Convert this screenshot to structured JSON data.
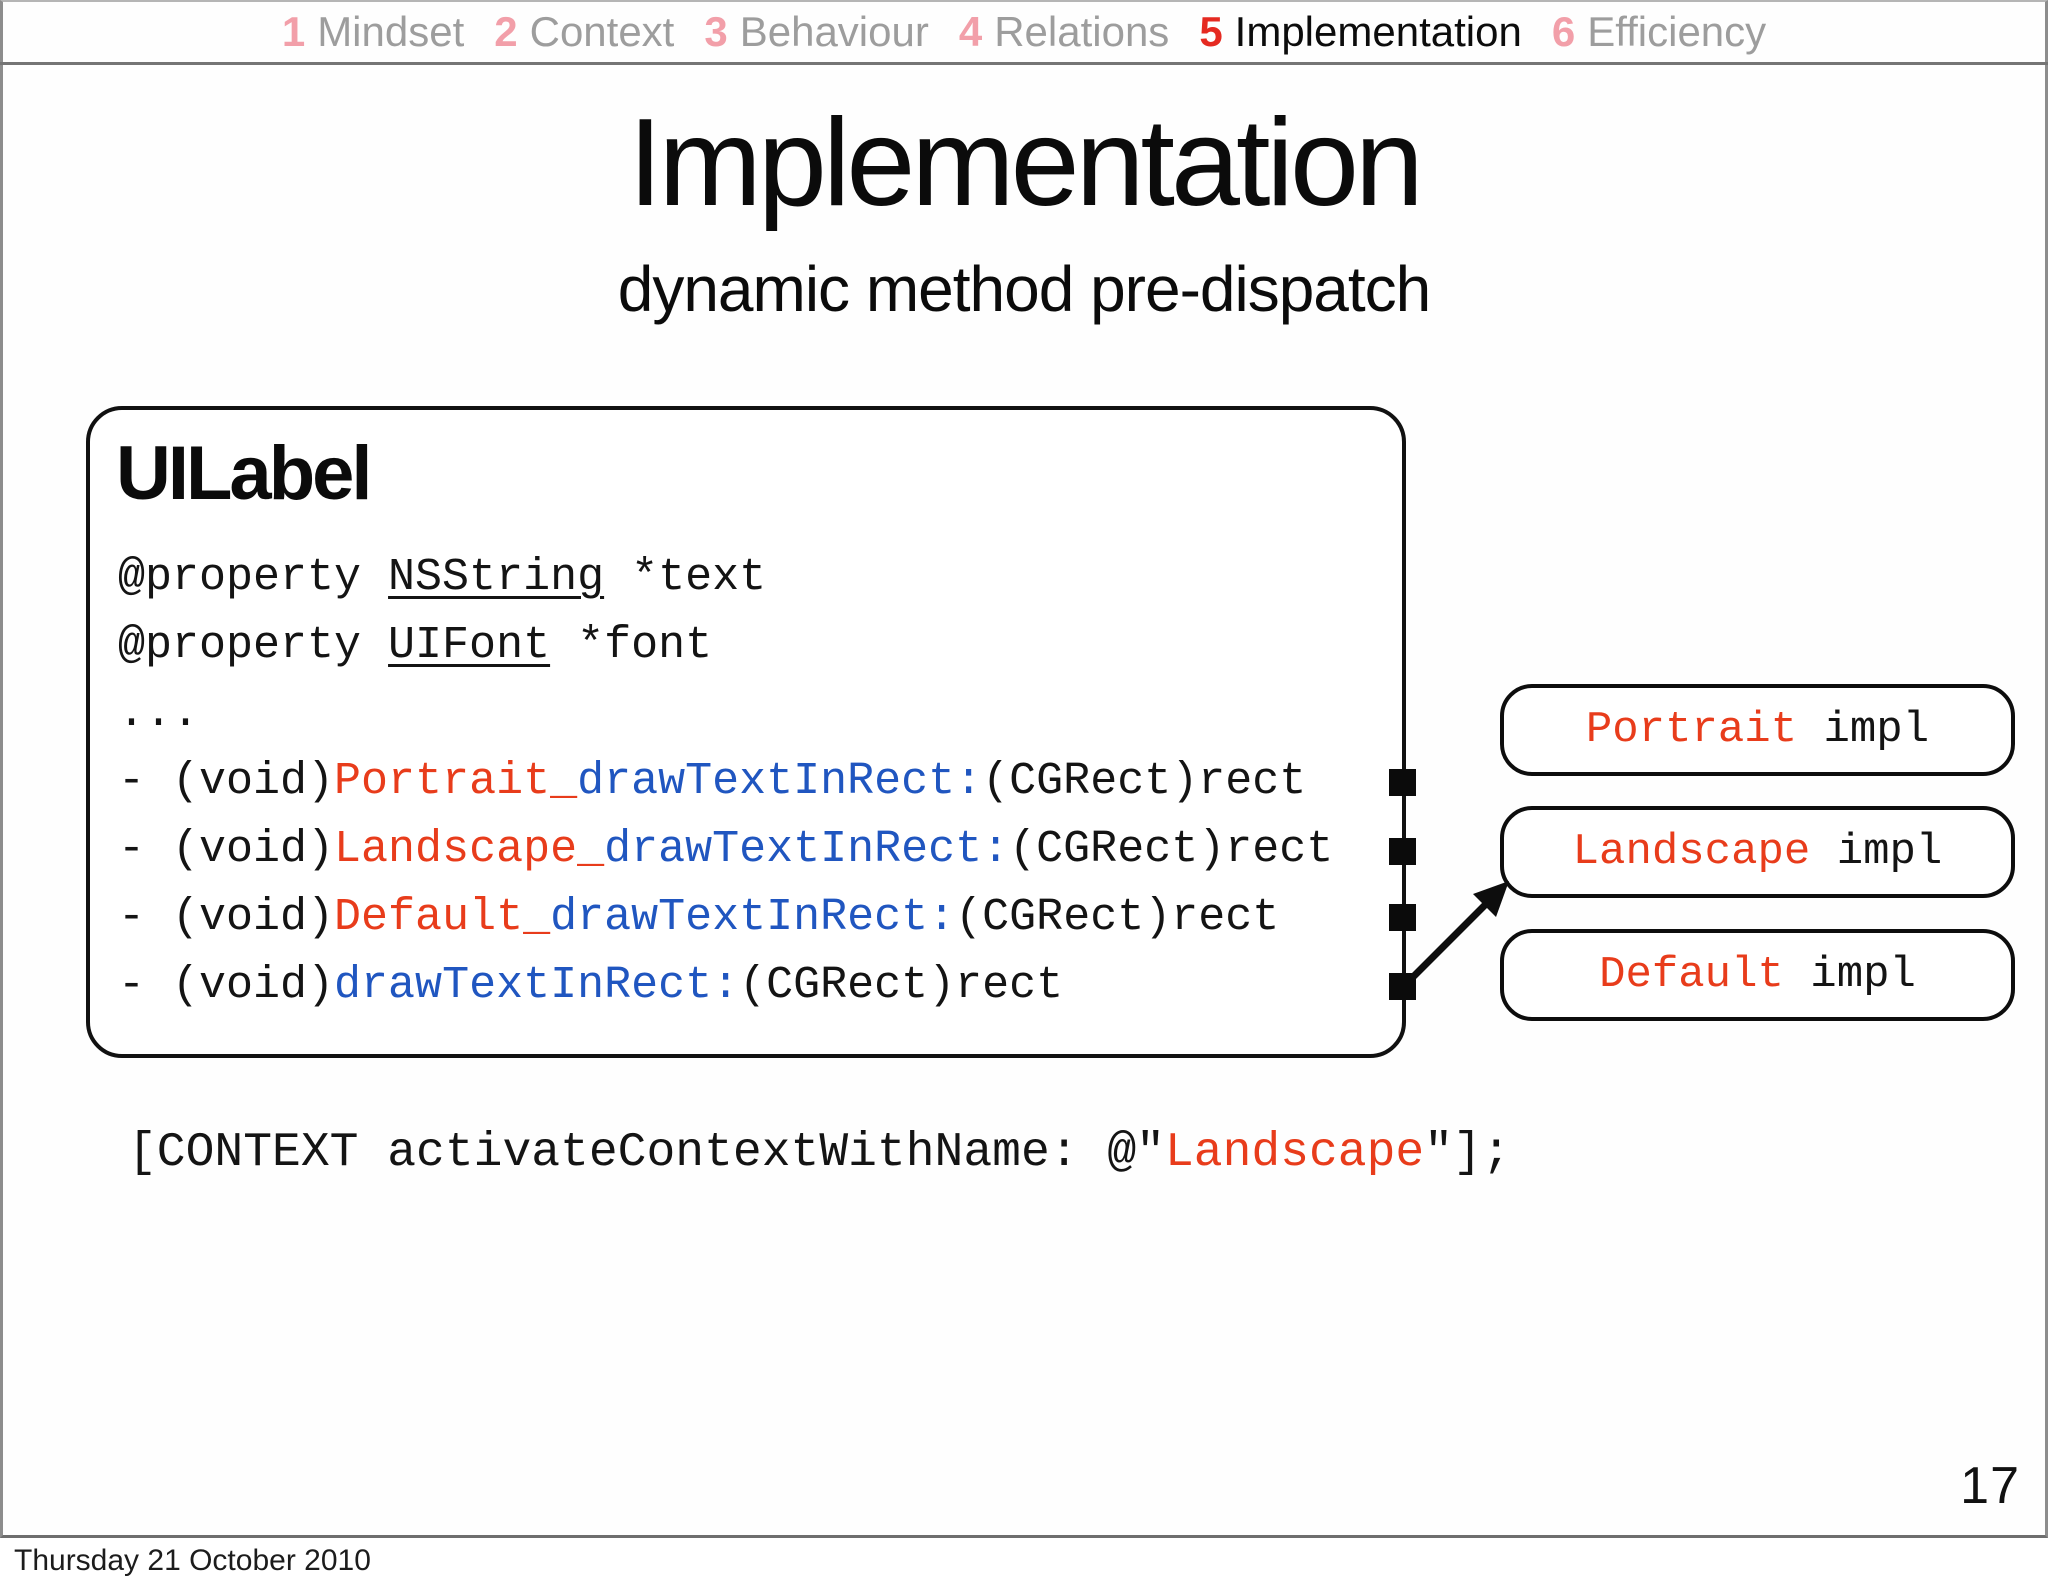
{
  "nav": {
    "items": [
      {
        "num": "1",
        "label": "Mindset",
        "active": false
      },
      {
        "num": "2",
        "label": "Context",
        "active": false
      },
      {
        "num": "3",
        "label": "Behaviour",
        "active": false
      },
      {
        "num": "4",
        "label": "Relations",
        "active": false
      },
      {
        "num": "5",
        "label": "Implementation",
        "active": true
      },
      {
        "num": "6",
        "label": "Efficiency",
        "active": false
      }
    ]
  },
  "title": "Implementation",
  "subtitle": "dynamic method pre-dispatch",
  "class_box": {
    "name": "UILabel",
    "lines": [
      {
        "segments": [
          {
            "t": "@property ",
            "c": "k"
          },
          {
            "t": "NSString",
            "c": "k",
            "u": true
          },
          {
            "t": " *text",
            "c": "k"
          }
        ]
      },
      {
        "segments": [
          {
            "t": "@property ",
            "c": "k"
          },
          {
            "t": "UIFont",
            "c": "k",
            "u": true
          },
          {
            "t": " *font",
            "c": "k"
          }
        ]
      },
      {
        "segments": [
          {
            "t": "...",
            "c": "k"
          }
        ]
      },
      {
        "segments": [
          {
            "t": "- (void)",
            "c": "k"
          },
          {
            "t": "Portrait_",
            "c": "r"
          },
          {
            "t": "drawTextInRect:",
            "c": "b"
          },
          {
            "t": "(CGRect)rect",
            "c": "k"
          }
        ]
      },
      {
        "segments": [
          {
            "t": "- (void)",
            "c": "k"
          },
          {
            "t": "Landscape_",
            "c": "r"
          },
          {
            "t": "drawTextInRect:",
            "c": "b"
          },
          {
            "t": "(CGRect)rect",
            "c": "k"
          }
        ]
      },
      {
        "segments": [
          {
            "t": "- (void)",
            "c": "k"
          },
          {
            "t": "Default_",
            "c": "r"
          },
          {
            "t": "drawTextInRect:",
            "c": "b"
          },
          {
            "t": "(CGRect)rect",
            "c": "k"
          }
        ]
      },
      {
        "segments": [
          {
            "t": "- (void)",
            "c": "k"
          },
          {
            "t": "drawTextInRect:",
            "c": "b"
          },
          {
            "t": "(CGRect)rect",
            "c": "k"
          }
        ]
      }
    ]
  },
  "impl_boxes": [
    {
      "name": "Portrait",
      "suffix": " impl"
    },
    {
      "name": "Landscape",
      "suffix": " impl"
    },
    {
      "name": "Default",
      "suffix": " impl"
    }
  ],
  "statement": {
    "segments": [
      {
        "t": "[CONTEXT activateContextWithName: @\"",
        "c": "k"
      },
      {
        "t": "Landscape",
        "c": "r"
      },
      {
        "t": "\"];",
        "c": "k"
      }
    ]
  },
  "page_number": "17",
  "footer_date": "Thursday 21 October 2010",
  "colors": {
    "nav_number_pink": "#f29fa9",
    "nav_number_active_red": "#e52a21",
    "nav_label_gray": "#9d9d9d",
    "code_red": "#e83c1b",
    "code_blue": "#2056c0",
    "text_black": "#141414"
  }
}
